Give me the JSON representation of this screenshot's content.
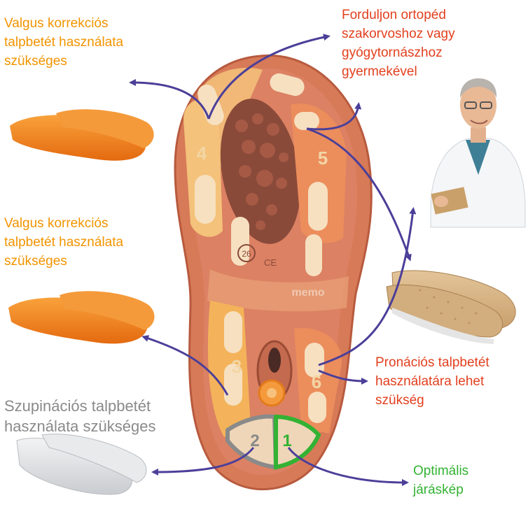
{
  "labels": {
    "valgus_top": "Valgus korrekciós\ntalpbetét használata\nszükséges",
    "valgus_mid": "Valgus korrekciós\ntalpbetét használata\nszükséges",
    "orthopedic": "Forduljon ortopéd\nszakorvoshoz vagy\ngyógytornászhoz\ngyermekével",
    "pronation": "Pronációs talpbetét\nhasználatára lehet\nszükség",
    "supination": "Szupinációs talpbetét\nhasználata szükséges",
    "optimal": "Optimális\njáráskép"
  },
  "sole": {
    "zones": [
      "1",
      "2",
      "3",
      "4",
      "5",
      "6"
    ],
    "size": "26",
    "ce_mark": "CE",
    "brand": "memo"
  },
  "colors": {
    "label_orange": "#f29400",
    "label_red": "#e2401e",
    "label_grey": "#8a8a8a",
    "label_green": "#33b233",
    "arrow": "#4b3f99",
    "sole": "#d77a58",
    "zone_fill": "#f4c27a",
    "pad": "#f6e0c0",
    "insole_orange": "#f07f1a",
    "insole_grey": "#dfe1e3",
    "insole_leather": "#d9b88a"
  },
  "icons": {
    "doctor": "doctor-photo",
    "insoles": [
      "valgus-insole",
      "valgus-insole",
      "leather-insole",
      "supination-insole"
    ]
  }
}
